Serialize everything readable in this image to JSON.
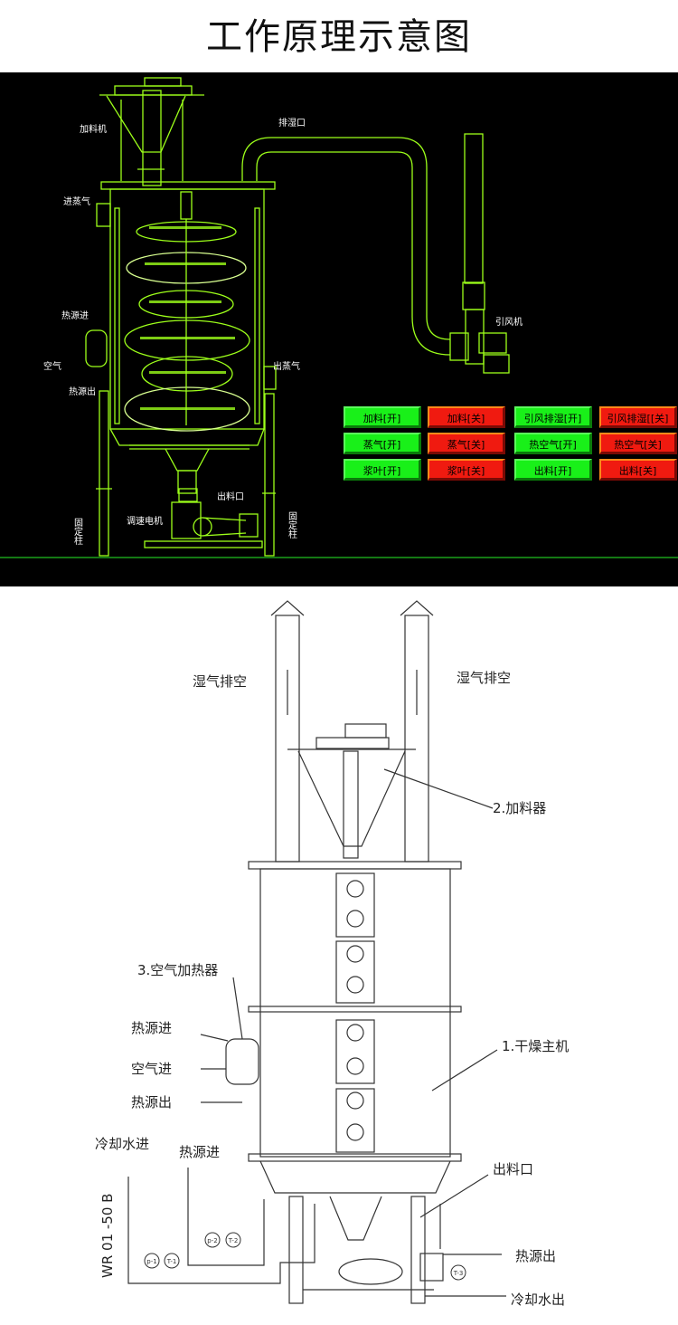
{
  "title": "工作原理示意图",
  "colors": {
    "line": "#9dff1a",
    "on": "#19f019",
    "off": "#f01a10",
    "background": "#000000"
  },
  "top_diagram": {
    "labels": {
      "feeder": "加料机",
      "exhaust_port": "排湿口",
      "steam_in": "进蒸气",
      "heat_in": "热源进",
      "air": "空气",
      "heat_out": "热源出",
      "steam_out": "出蒸气",
      "discharge": "出料口",
      "motor": "调速电机",
      "fixed_column_left": "固定柱",
      "fixed_column_right": "固定柱",
      "fan": "引风机"
    },
    "buttons": [
      {
        "label": "加料[开]",
        "state": "on"
      },
      {
        "label": "加料[关]",
        "state": "off"
      },
      {
        "label": "引风排湿[开]",
        "state": "on"
      },
      {
        "label": "引风排湿[[关]",
        "state": "off"
      },
      {
        "label": "蒸气[开]",
        "state": "on"
      },
      {
        "label": "蒸气[关]",
        "state": "off"
      },
      {
        "label": "热空气[开]",
        "state": "on"
      },
      {
        "label": "热空气[关]",
        "state": "off"
      },
      {
        "label": "浆叶[开]",
        "state": "on"
      },
      {
        "label": "浆叶[关]",
        "state": "off"
      },
      {
        "label": "出料[开]",
        "state": "on"
      },
      {
        "label": "出料[关]",
        "state": "off"
      }
    ]
  },
  "bottom_diagram": {
    "labels": {
      "vent_left": "湿气排空",
      "vent_right": "湿气排空",
      "feeder": "2.加料器",
      "air_heater": "3.空气加热器",
      "main_unit": "1.干燥主机",
      "heat_in": "热源进",
      "air_in": "空气进",
      "heat_out": "热源出",
      "cooling_in": "冷却水进",
      "heat_in_2": "热源进",
      "discharge": "出料口",
      "heat_out_2": "热源出",
      "cooling_out": "冷却水出",
      "model": "WR 01 -50 B"
    },
    "gauges": [
      "p-1",
      "T-1",
      "p-2",
      "T-2",
      "T-3"
    ]
  }
}
